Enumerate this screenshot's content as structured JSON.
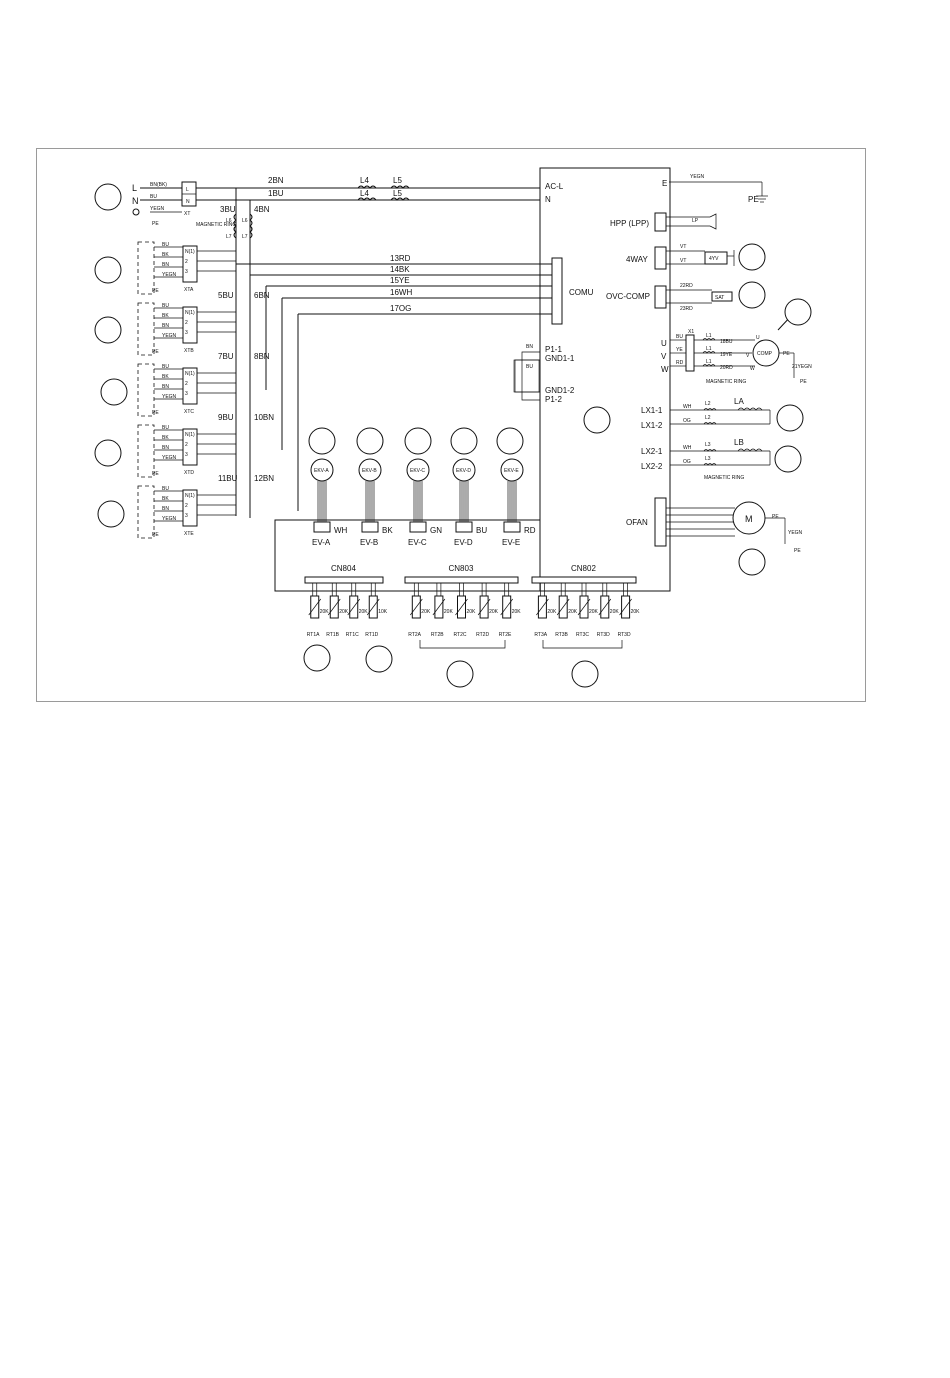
{
  "main_power": {
    "terminal_labels": [
      "L",
      "N"
    ],
    "wire_labels": [
      "BN(BK)",
      "BU",
      "YEGN"
    ],
    "pe_label": "PE",
    "terminal_block": {
      "pins": [
        "L",
        "N"
      ],
      "name": "XT"
    }
  },
  "power_wires": [
    {
      "label": "2BN",
      "filters": [
        "L4",
        "L5"
      ]
    },
    {
      "label": "1BU",
      "filters": [
        "L4",
        "L5"
      ]
    },
    {
      "label": "3BU"
    },
    {
      "label": "4BN"
    }
  ],
  "magnetic_ring": {
    "label": "MAGNETIC RING",
    "coil_labels": [
      "L6",
      "L7",
      "L6",
      "L7"
    ]
  },
  "indoor_blocks": [
    {
      "name": "XTA",
      "pins": [
        "N(1)",
        "2",
        "3"
      ],
      "wires": [
        "BU",
        "BK",
        "BN",
        "YEGN"
      ],
      "pe": "PE",
      "out_wires": [
        "5BU",
        "6BN"
      ]
    },
    {
      "name": "XTB",
      "pins": [
        "N(1)",
        "2",
        "3"
      ],
      "wires": [
        "BU",
        "BK",
        "BN",
        "YEGN"
      ],
      "pe": "PE",
      "out_wires": [
        "7BU",
        "8BN"
      ]
    },
    {
      "name": "XTC",
      "pins": [
        "N(1)",
        "2",
        "3"
      ],
      "wires": [
        "BU",
        "BK",
        "BN",
        "YEGN"
      ],
      "pe": "PE",
      "out_wires": [
        "9BU",
        "10BN"
      ]
    },
    {
      "name": "XTD",
      "pins": [
        "N(1)",
        "2",
        "3"
      ],
      "wires": [
        "BU",
        "BK",
        "BN",
        "YEGN"
      ],
      "pe": "PE",
      "out_wires": [
        "11BU",
        "12BN"
      ]
    },
    {
      "name": "XTE",
      "pins": [
        "N(1)",
        "2",
        "3"
      ],
      "wires": [
        "BU",
        "BK",
        "BN",
        "YEGN"
      ],
      "pe": "PE",
      "out_wires": []
    }
  ],
  "comm_wires": [
    "13RD",
    "14BK",
    "15YE",
    "16WH",
    "17OG"
  ],
  "comm_connector": "COMU",
  "main_board": {
    "inputs": [
      "AC-L",
      "N"
    ],
    "earth": "E",
    "earth_wire": "YEGN",
    "pe": "PE",
    "p_pins": [
      "P1-1",
      "GND1-1",
      "GND1-2",
      "P1-2"
    ],
    "p_wires": [
      "BN",
      "BU"
    ]
  },
  "hpp": {
    "label": "HPP (LPP)",
    "switch": "LP"
  },
  "fourway": {
    "label": "4WAY",
    "wires": [
      "VT",
      "VT"
    ],
    "coil": "4YV"
  },
  "ovc": {
    "label": "OVC-COMP",
    "wires": [
      "22RD",
      "23RD"
    ],
    "device": "SAT"
  },
  "compressor": {
    "terminals": [
      "U",
      "V",
      "W"
    ],
    "wire_colors": [
      "BU",
      "YE",
      "RD"
    ],
    "connector": "X1",
    "coils": [
      "L1",
      "L1",
      "L1"
    ],
    "wires": [
      "18BU",
      "19YE",
      "20RD"
    ],
    "motor_terminals": [
      "U",
      "V",
      "W"
    ],
    "name": "COMP",
    "pe": "PE",
    "pe_wire": "21YEGN",
    "ring": "MAGNETIC RING"
  },
  "reactors": [
    {
      "pins": [
        "LX1-1",
        "LX1-2"
      ],
      "wires": [
        "WH",
        "OG"
      ],
      "coils": [
        "L2",
        "L2"
      ],
      "name": "LA"
    },
    {
      "pins": [
        "LX2-1",
        "LX2-2"
      ],
      "wires": [
        "WH",
        "OG"
      ],
      "coils": [
        "L3",
        "L3"
      ],
      "name": "LB"
    }
  ],
  "reactor_ring": "MAGNETIC RING",
  "fan": {
    "label": "OFAN",
    "motor": "M",
    "pe_labels": [
      "PE",
      "PE"
    ],
    "pe_wire": "YEGN"
  },
  "expansion_valves": [
    {
      "coil": "EKV-A",
      "name": "EV-A",
      "color": "WH"
    },
    {
      "coil": "EKV-B",
      "name": "EV-B",
      "color": "BK"
    },
    {
      "coil": "EKV-C",
      "name": "EV-C",
      "color": "GN"
    },
    {
      "coil": "EKV-D",
      "name": "EV-D",
      "color": "BU"
    },
    {
      "coil": "EKV-E",
      "name": "EV-E",
      "color": "RD"
    }
  ],
  "sensor_connectors": [
    {
      "name": "CN804",
      "sensors": [
        "RT1A",
        "RT1B",
        "RT1C",
        "RT1D"
      ],
      "values": [
        "20K",
        "20K",
        "20K",
        "10K"
      ]
    },
    {
      "name": "CN803",
      "sensors": [
        "RT2A",
        "RT2B",
        "RT2C",
        "RT2D",
        "RT2E"
      ],
      "values": [
        "20K",
        "20K",
        "20K",
        "20K",
        "20K"
      ]
    },
    {
      "name": "CN802",
      "sensors": [
        "RT3A",
        "RT3B",
        "RT3C",
        "RT3D",
        "RT3D"
      ],
      "values": [
        "20K",
        "20K",
        "20K",
        "20K",
        "20K"
      ]
    }
  ]
}
